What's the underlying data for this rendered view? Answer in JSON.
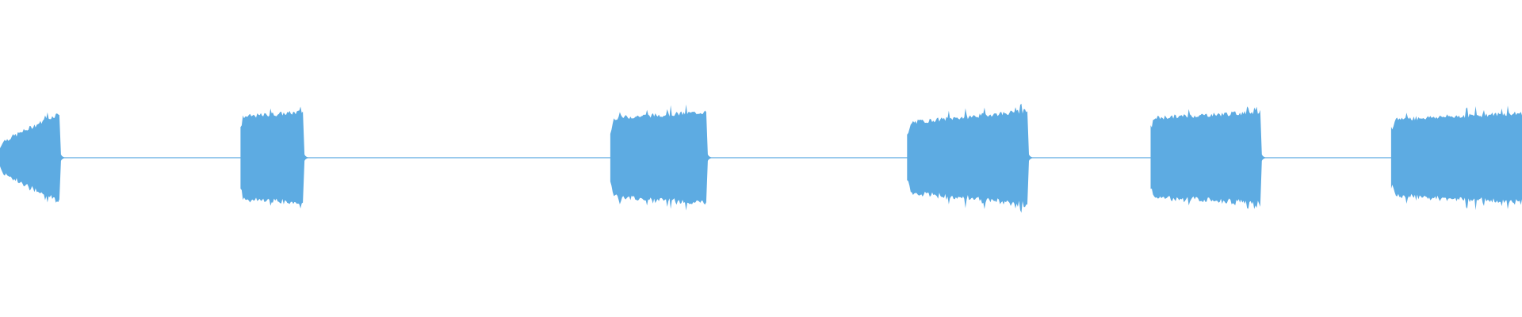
{
  "waveform": {
    "color": "#5DABE2",
    "background": "#ffffff",
    "segments": [
      {
        "start": 0.0,
        "end": 0.039,
        "attack": 0.28,
        "peak_end": 0.78
      },
      {
        "start": 0.158,
        "end": 0.199,
        "attack": 0.72,
        "peak_end": 0.8
      },
      {
        "start": 0.401,
        "end": 0.464,
        "attack": 0.7,
        "peak_end": 0.8
      },
      {
        "start": 0.596,
        "end": 0.675,
        "attack": 0.62,
        "peak_end": 0.82
      },
      {
        "start": 0.756,
        "end": 0.828,
        "attack": 0.7,
        "peak_end": 0.8
      },
      {
        "start": 0.914,
        "end": 1.0,
        "attack": 0.68,
        "peak_end": 0.78
      }
    ]
  }
}
